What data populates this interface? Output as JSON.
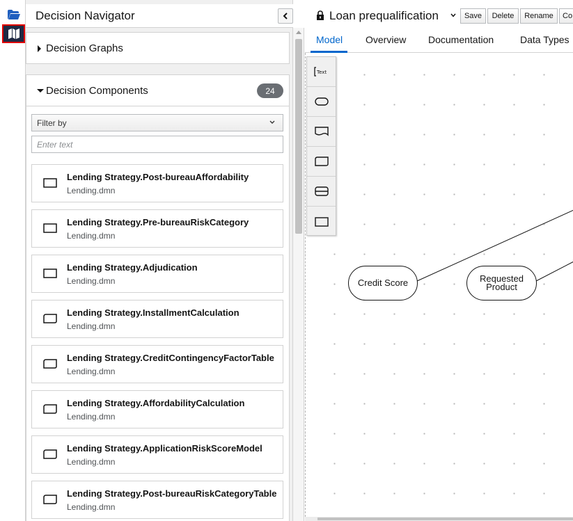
{
  "navigator": {
    "title": "Decision Navigator",
    "graphs_label": "Decision Graphs",
    "components_label": "Decision Components",
    "components_count": "24",
    "filter_label": "Filter by",
    "filter_placeholder": "Enter text",
    "items": [
      {
        "name": "Lending Strategy.Post-bureauAffordability",
        "file": "Lending.dmn",
        "icon": "decision-icon"
      },
      {
        "name": "Lending Strategy.Pre-bureauRiskCategory",
        "file": "Lending.dmn",
        "icon": "decision-icon"
      },
      {
        "name": "Lending Strategy.Adjudication",
        "file": "Lending.dmn",
        "icon": "decision-icon"
      },
      {
        "name": "Lending Strategy.InstallmentCalculation",
        "file": "Lending.dmn",
        "icon": "bkm-icon"
      },
      {
        "name": "Lending Strategy.CreditContingencyFactorTable",
        "file": "Lending.dmn",
        "icon": "bkm-icon"
      },
      {
        "name": "Lending Strategy.AffordabilityCalculation",
        "file": "Lending.dmn",
        "icon": "bkm-icon"
      },
      {
        "name": "Lending Strategy.ApplicationRiskScoreModel",
        "file": "Lending.dmn",
        "icon": "bkm-icon"
      },
      {
        "name": "Lending Strategy.Post-bureauRiskCategoryTable",
        "file": "Lending.dmn",
        "icon": "bkm-icon"
      }
    ]
  },
  "editor": {
    "title": "Loan prequalification",
    "buttons": {
      "save": "Save",
      "delete": "Delete",
      "rename": "Rename",
      "copy": "Co"
    },
    "tabs": [
      "Model",
      "Overview",
      "Documentation",
      "Data Types"
    ],
    "nodes": {
      "credit_score": "Credit Score",
      "requested_product_line1": "Requested",
      "requested_product_line2": "Product"
    }
  },
  "colors": {
    "accent": "#0066cc",
    "selected_rail": "#1f2a44",
    "highlight": "#e00000"
  }
}
